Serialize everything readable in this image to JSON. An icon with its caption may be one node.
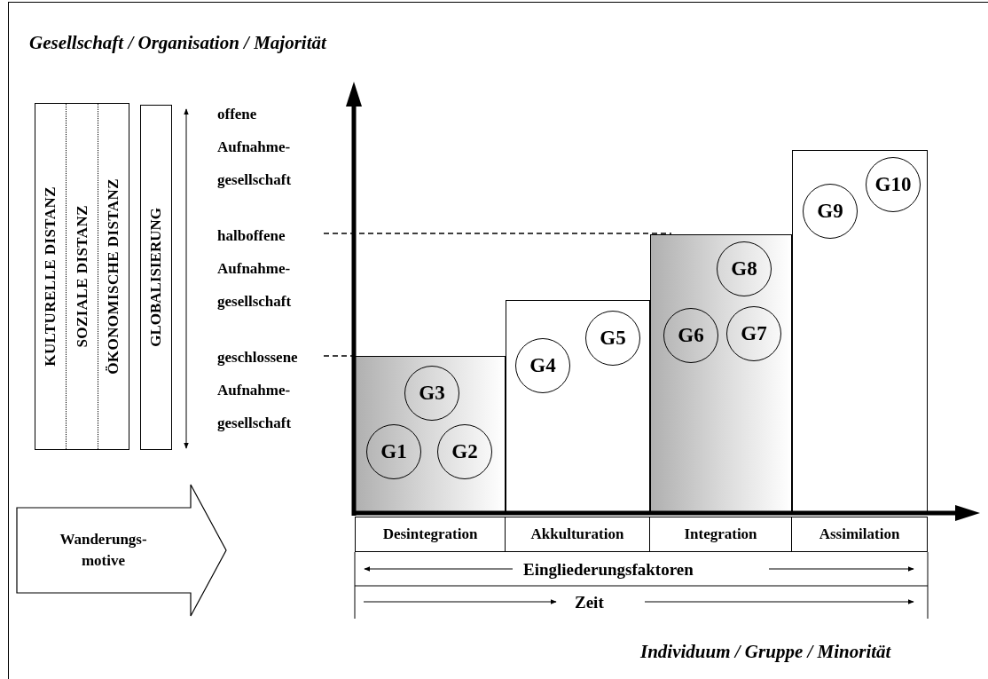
{
  "diagram": {
    "nodes": [
      {
        "text": [
          "KULTURELLE DISTANZ",
          "SOZIALE DISTANZ",
          "ÖKONOMISCHE DISTANZ"
        ]
      },
      {
        "text": [
          "GLOBALISIERUNG"
        ]
      },
      {
        "text": [
          "Wanderungs- motive"
        ]
      },
      {
        "text": [],
        "shape": "box"
      },
      {
        "text": [],
        "shape": "box"
      },
      {
        "text": [],
        "shape": "box"
      },
      {
        "text": [],
        "shape": "box"
      },
      {
        "text": [
          "G1"
        ],
        "in": 3
      },
      {
        "text": [
          "G2"
        ],
        "in": 3
      },
      {
        "text": [
          "G3"
        ],
        "in": 3
      },
      {
        "text": [
          "G4"
        ],
        "in": 4
      },
      {
        "text": [
          "G5"
        ],
        "in": 4
      },
      {
        "text": [
          "G6"
        ],
        "in": 5
      },
      {
        "text": [
          "G7"
        ],
        "in": 5
      },
      {
        "text": [
          "G8"
        ],
        "in": 5
      },
      {
        "text": [
          "G9"
        ],
        "in": 6
      },
      {
        "text": [
          "G10"
        ],
        "in": 6
      }
    ],
    "labels": [
      "Gesellschaft / Organisation / Majorität",
      "offene Aufnahme- gesellschaft",
      "halboffene Aufnahme- gesellschaft",
      "geschlossene Aufnahme- gesellschaft",
      "Desintegration",
      "Akkulturation",
      "Integration",
      "Assimilation",
      "Eingliederungsfaktoren",
      "Zeit",
      "Individuum / Gruppe / Minorität"
    ]
  }
}
